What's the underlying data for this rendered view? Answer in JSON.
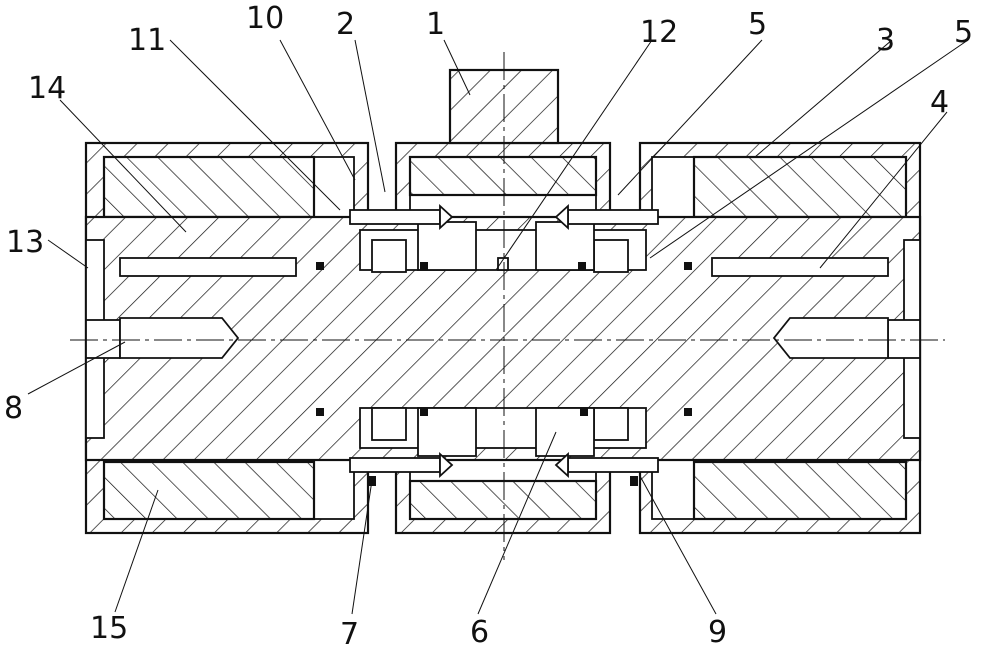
{
  "labels": {
    "l1": "1",
    "l2": "2",
    "l3": "3",
    "l4": "4",
    "l5a": "5",
    "l5b": "5",
    "l6": "6",
    "l7": "7",
    "l8": "8",
    "l9": "9",
    "l10": "10",
    "l11": "11",
    "l12": "12",
    "l13": "13",
    "l14": "14",
    "l15": "15"
  }
}
